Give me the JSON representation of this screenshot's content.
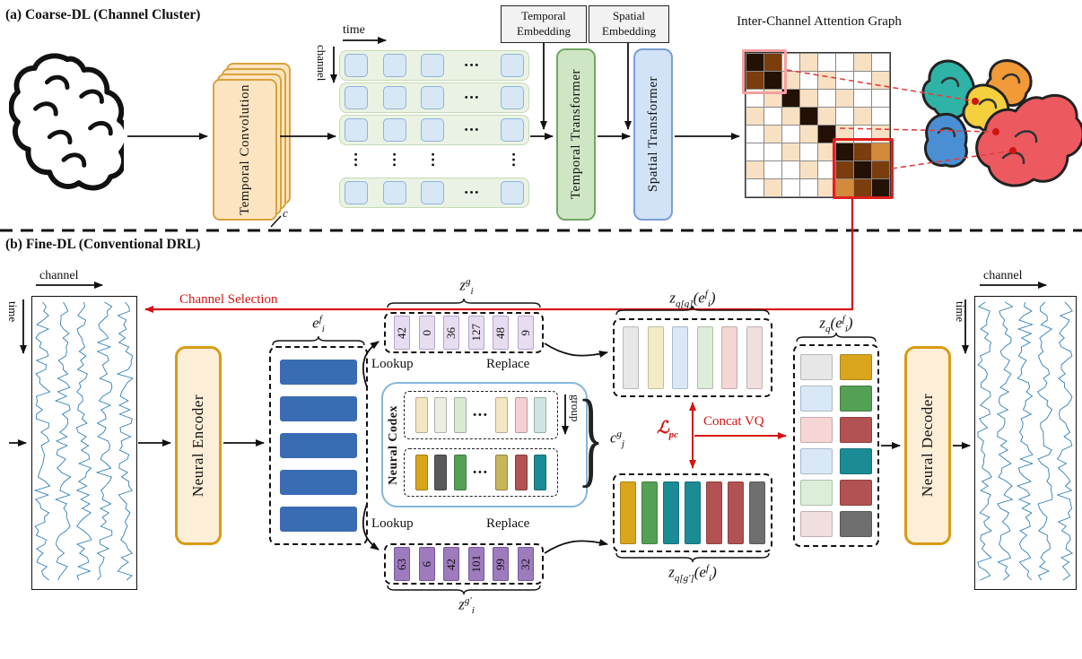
{
  "glyphs": {
    "ellipsis": "•••",
    "bracket": "}"
  },
  "panel_a": {
    "title": "(a) Coarse-DL (Channel Cluster)",
    "time_label": "time",
    "channel_label": "channel",
    "temporal_convolution_label": "Temporal Convolution",
    "stack_count_label": "c",
    "temporal_embedding_label": "Temporal Embedding",
    "spatial_embedding_label": "Spatial Embedding",
    "temporal_transformer_label": "Temporal Transformer",
    "spatial_transformer_label": "Spatial Transformer",
    "attention_graph_title": "Inter-Channel Attention Graph",
    "attention_palette": {
      "w": "#ffffff",
      "l": "#f8e0c2",
      "m": "#d28a3c",
      "d": "#7a3d0e",
      "k": "#221104"
    },
    "attention_grid": [
      [
        "k",
        "d",
        "w",
        "l",
        "w",
        "w",
        "l",
        "w"
      ],
      [
        "d",
        "k",
        "l",
        "w",
        "l",
        "w",
        "w",
        "l"
      ],
      [
        "w",
        "l",
        "k",
        "l",
        "w",
        "l",
        "w",
        "w"
      ],
      [
        "l",
        "w",
        "l",
        "k",
        "l",
        "w",
        "l",
        "w"
      ],
      [
        "w",
        "l",
        "w",
        "l",
        "k",
        "l",
        "w",
        "l"
      ],
      [
        "w",
        "w",
        "l",
        "w",
        "l",
        "k",
        "d",
        "m"
      ],
      [
        "l",
        "w",
        "w",
        "l",
        "w",
        "d",
        "k",
        "d"
      ],
      [
        "w",
        "l",
        "w",
        "w",
        "l",
        "m",
        "d",
        "k"
      ]
    ]
  },
  "panel_b": {
    "title": "(b) Fine-DL (Conventional DRL)",
    "channel_selection_label": "Channel Selection",
    "time_label": "time",
    "channel_label": "channel",
    "neural_encoder_label": "Neural Encoder",
    "neural_decoder_label": "Neural Decoder",
    "neural_codex_label": "Neural Codex",
    "lookup_label": "Lookup",
    "replace_label": "Replace",
    "group_label": "group",
    "concat_vq_label": "Concat VQ",
    "math": {
      "e_f_i": "e<sup>f</sup><sub>i</sub>",
      "z_g_i": "z<sup>g</sup><sub>i</sub>",
      "z_gp_i": "z<sup>g'</sup><sub>i</sub>",
      "zq_g": "z<sub>q[g]</sub>(e<sup>f</sup><sub>i</sub>)",
      "zq_gp": "z<sub>q[g']</sub>(e<sup>f</sup><sub>i</sub>)",
      "zq": "z<sub>q</sub>(e<sup>f</sup><sub>i</sub>)",
      "c_g_j": "c<sup>g</sup><sub>j</sub>",
      "loss_pc": "ℒ<sub>pc</sub>"
    },
    "encoder_bars_color": "#3a6cb4",
    "encoder_bars_count": 5,
    "top_token_box": {
      "fill": "#e7ddf1",
      "border": "#b6a4cb",
      "values": [
        "42",
        "0",
        "36",
        "127",
        "48",
        "9"
      ]
    },
    "bottom_token_box": {
      "fill": "#9d7bbd",
      "border": "#74589a",
      "values": [
        "63",
        "6",
        "42",
        "101",
        "99",
        "32"
      ]
    },
    "codebook": {
      "top_row": [
        "#f2e7c2",
        "#ecede3",
        "#d9ead2",
        "#f3e6c2",
        "#f4cfd6",
        "#cde6e2"
      ],
      "bottom_row": [
        "#d9a51c",
        "#5a5a5a",
        "#54a054",
        "#c9b45e",
        "#b25252",
        "#1b8c96"
      ]
    },
    "quantized_top": [
      "#e7e7e7",
      "#f3ebc8",
      "#d9e8f6",
      "#dcedd8",
      "#f6d5d5",
      "#f1dede"
    ],
    "quantized_bottom": [
      "#d9a51c",
      "#54a054",
      "#1b8c96",
      "#1b8c96",
      "#b25252",
      "#b25252",
      "#6f6f6f"
    ],
    "concat_grid": [
      [
        "#e7e7e7",
        "#d9a51c"
      ],
      [
        "#d9e8f6",
        "#54a054"
      ],
      [
        "#f6d5d5",
        "#b25252"
      ],
      [
        "#d9e8f6",
        "#1b8c96"
      ],
      [
        "#dcedd8",
        "#b25252"
      ],
      [
        "#f1dede",
        "#6f6f6f"
      ]
    ]
  }
}
